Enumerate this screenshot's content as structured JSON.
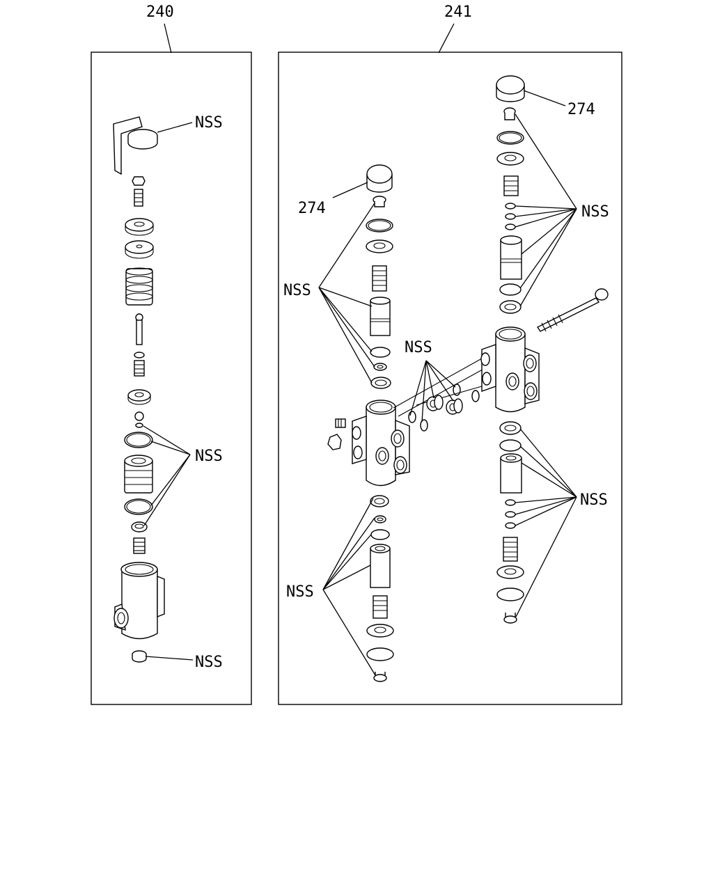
{
  "panels": [
    {
      "number": "240"
    },
    {
      "number": "241"
    }
  ],
  "callouts": {
    "nss": "NSS",
    "part_274": "274"
  }
}
